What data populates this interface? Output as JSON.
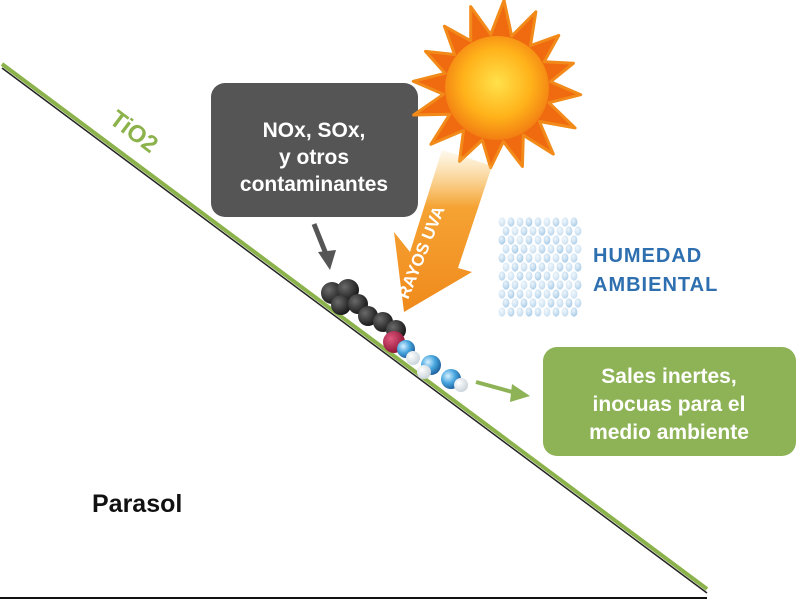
{
  "diagram": {
    "coating_label": "TiO2",
    "pollutants_box": {
      "lines": [
        "NOx, SOx,",
        "y otros",
        "contaminantes"
      ]
    },
    "uv_rays_label": "RAYOS UVA",
    "humidity": {
      "line1": "HUMEDAD",
      "line2": "AMBIENTAL"
    },
    "result_box": {
      "lines": [
        "Sales inertes,",
        "inocuas para el",
        "medio ambiente"
      ]
    },
    "surface_label": "Parasol",
    "colors": {
      "coating_green": "#8cb24b",
      "pollutant_box": "#555555",
      "result_box": "#8eb356",
      "uv_arrow": "#f39a2c",
      "sun_core": "#ffc21a",
      "sun_rays": "#f06a10",
      "humidity_text": "#2e6fb0",
      "droplet": "#b9d7ee",
      "pollutant_particles": "#2e2e2e"
    }
  }
}
